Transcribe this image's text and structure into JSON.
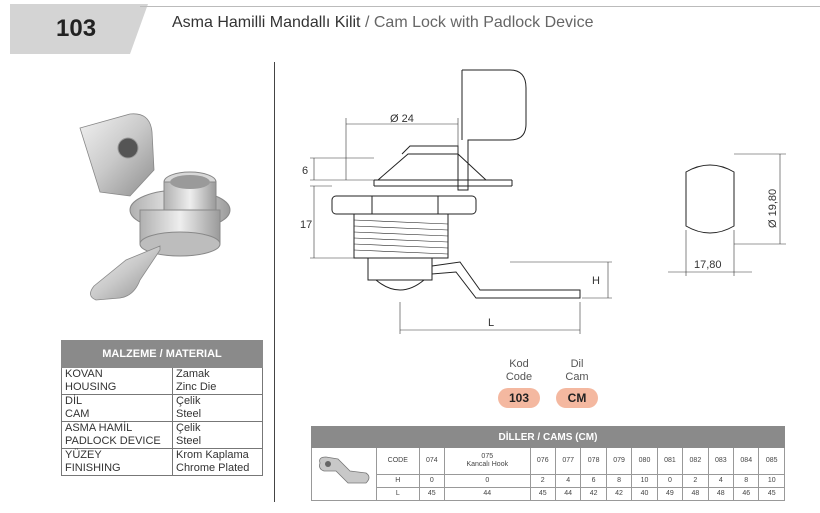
{
  "header": {
    "code": "103",
    "title_tr": "Asma Hamilli Mandallı Kilit",
    "separator": "/",
    "title_en": "Cam Lock with Padlock Device"
  },
  "material": {
    "title": "MALZEME / MATERIAL",
    "rows": [
      {
        "label_tr": "KOVAN",
        "label_en": "HOUSING",
        "value_tr": "Zamak",
        "value_en": "Zinc Die"
      },
      {
        "label_tr": "DİL",
        "label_en": "CAM",
        "value_tr": "Çelik",
        "value_en": "Steel"
      },
      {
        "label_tr": "ASMA HAMİL",
        "label_en": "PADLOCK DEVICE",
        "value_tr": "Çelik",
        "value_en": "Steel"
      },
      {
        "label_tr": "YÜZEY",
        "label_en": "FINISHING",
        "value_tr": "Krom Kaplama",
        "value_en": "Chrome Plated"
      }
    ]
  },
  "drawing": {
    "dia_24": "Ø 24",
    "dim_6": "6",
    "dim_17": "17",
    "dim_h": "H",
    "dim_l": "L",
    "dia_1980": "Ø 19,80",
    "dim_1780": "17,80"
  },
  "code_block": {
    "kod_tr": "Kod",
    "kod_en": "Code",
    "kod_value": "103",
    "dil_tr": "Dil",
    "dil_en": "Cam",
    "dil_value": "CM"
  },
  "cams": {
    "title": "DİLLER / CAMS (CM)",
    "code_label": "CODE",
    "h_label": "H",
    "l_label": "L",
    "codes": [
      "074",
      "075",
      "076",
      "077",
      "078",
      "079",
      "080",
      "081",
      "082",
      "083",
      "084",
      "085"
    ],
    "code_notes": [
      "",
      "Kancalı Hook",
      "",
      "",
      "",
      "",
      "",
      "",
      "",
      "",
      "",
      ""
    ],
    "h": [
      "0",
      "0",
      "2",
      "4",
      "6",
      "8",
      "10",
      "0",
      "2",
      "4",
      "8",
      "10"
    ],
    "l": [
      "45",
      "44",
      "45",
      "44",
      "42",
      "42",
      "40",
      "49",
      "48",
      "48",
      "46",
      "45"
    ]
  }
}
